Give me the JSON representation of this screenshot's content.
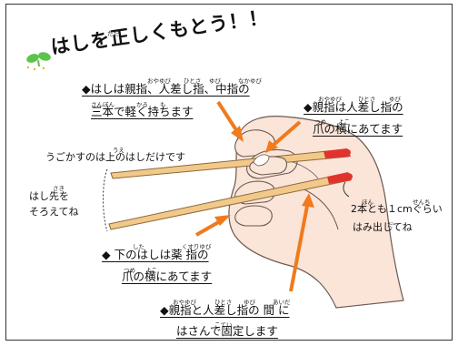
{
  "title": "はしを正しくもとう！！",
  "title_ruby": "ただ",
  "notes": {
    "index_middle_line1": "◆はしは親指、人差し指、中指の",
    "index_middle_line2": "三本で軽く持ちます",
    "thumb_line1": "◆親指は人差し指の",
    "thumb_line2": "爪の横にあてます",
    "upper_moves": "うごかすのは上のはしだけです",
    "tips_line1": "はし先を",
    "tips_line2": "そろえてね",
    "stick_out_line1": "2本とも１cmぐらい",
    "stick_out_line2": "はみ出してね",
    "ring_line1": "◆ 下のはしは薬 指の",
    "ring_line2": "爪の横にあてます",
    "hold_line1": "◆親指と人差し指の 間 に",
    "hold_line2": "はさんで固定します"
  },
  "ruby": {
    "r1": "おやゆび",
    "r2": "ひとさ",
    "r3": "ゆび",
    "r4": "なかゆび",
    "r5": "さんぼん",
    "r6": "かる",
    "r7": "も",
    "r8": "おやゆび",
    "r9": "ひとさ",
    "r10": "ゆび",
    "r11": "つめ",
    "r12": "よこ",
    "r13": "うえ",
    "r14": "さき",
    "r15": "ほん",
    "r16": "せんち",
    "r17": "だ",
    "r18": "した",
    "r19": "くすりゆび",
    "r20": "つめ",
    "r21": "よこ",
    "r22": "おやゆび",
    "r23": "ひとさ",
    "r24": "ゆび",
    "r25": "あいだ",
    "r26": "こてい"
  },
  "colors": {
    "arrow": "#f07a1c",
    "chopstick": "#f2c98a",
    "chopstick_outline": "#8a6a3a",
    "tip_red": "#e2322d",
    "skin": "#fbe4d8",
    "skin_outline": "#6b5a52",
    "sprout": "#5cc44a"
  },
  "icons": [
    "sprout-icon",
    "arrow-icon"
  ]
}
